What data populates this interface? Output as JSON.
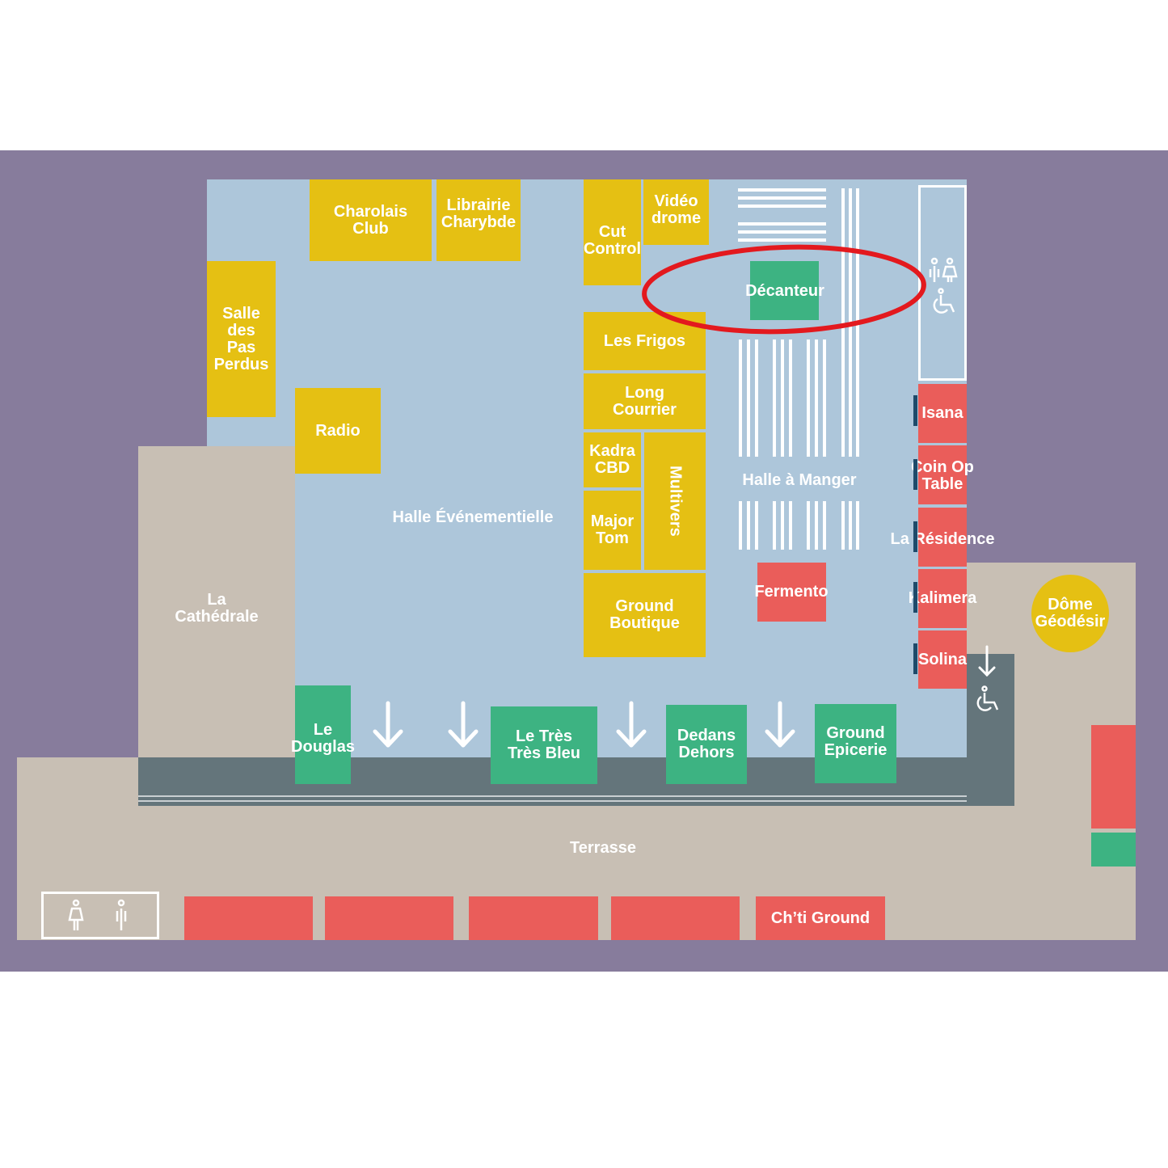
{
  "map": {
    "areas": {
      "halle_evenementielle": "Halle Événementielle",
      "halle_a_manger": "Halle à Manger",
      "la_cathedrale": "La\nCathédrale",
      "terrasse": "Terrasse",
      "salle_des_pas_perdus": "Salle\ndes\nPas\nPerdus"
    },
    "yellow_venues": {
      "charolais_club": "Charolais\nClub",
      "librairie_charybde": "Librairie\nCharybde",
      "cut_control": "Cut\nControl",
      "videodrome": "Vidéo\ndrome",
      "les_frigos": "Les Frigos",
      "long_courrier": "Long\nCourrier",
      "kadra_cbd": "Kadra\nCBD",
      "major_tom": "Major\nTom",
      "multivers": "Multivers",
      "ground_boutique": "Ground\nBoutique",
      "radio": "Radio",
      "dome_geodesir": "Dôme\nGéodésir"
    },
    "green_venues": {
      "decanteur": "Décanteur",
      "le_douglas": "Le\nDouglas",
      "le_tres_tres_bleu": "Le Très\nTrès Bleu",
      "dedans_dehors": "Dedans\nDehors",
      "ground_epicerie": "Ground\nEpicerie"
    },
    "red_venues": {
      "isana": "Isana",
      "coin_op_table": "Coin Op\nTable",
      "la_residence": "La Résidence",
      "kalimera": "Kalimera",
      "solina": "Solina",
      "fermento": "Fermento",
      "chti_ground": "Ch’ti Ground"
    },
    "colors": {
      "frame": "#877c9c",
      "hall": "#adc6da",
      "yellow": "#e5c013",
      "green": "#3db382",
      "red": "#ea5d5a",
      "beige": "#c8bfb4",
      "slate": "#64757b",
      "highlight": "#e3191e"
    },
    "icons": [
      "restroom-icon",
      "wheelchair-icon",
      "down-arrow-icon",
      "highlight-ellipse"
    ]
  }
}
